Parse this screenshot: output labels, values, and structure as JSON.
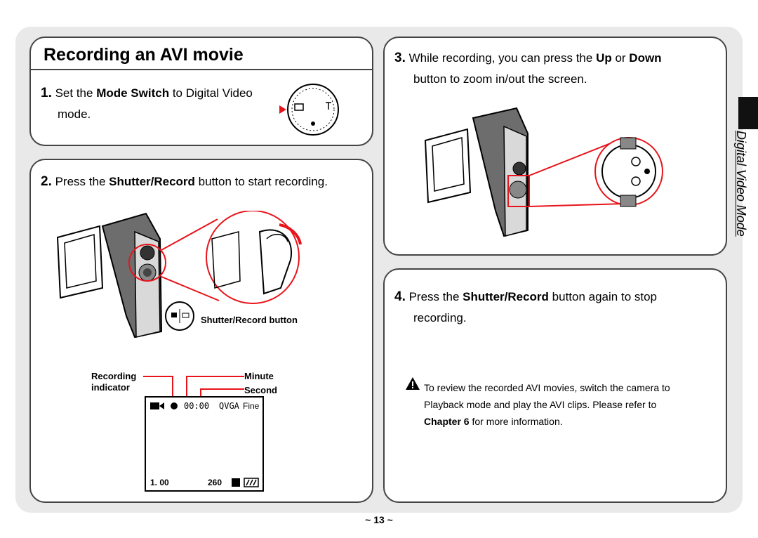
{
  "title": "Recording an AVI movie",
  "step1": {
    "num": "1.",
    "pre": "Set the ",
    "bold": "Mode Switch",
    "post": " to Digital Video",
    "line2": "mode."
  },
  "step2": {
    "num": "2.",
    "pre": "Press the ",
    "bold": "Shutter/Record",
    "post": " button to start recording."
  },
  "step3": {
    "num": "3.",
    "pre": "While recording, you can press the ",
    "bold1": "Up",
    "mid": " or ",
    "bold2": "Down",
    "line2": "button to zoom in/out the screen."
  },
  "step4": {
    "num": "4.",
    "pre": "Press the ",
    "bold": "Shutter/Record",
    "post": " button again to stop",
    "line2": "recording."
  },
  "callout": {
    "shutter_label": "Shutter/Record button"
  },
  "lcd_labels": {
    "recording": "Recording",
    "indicator": "indicator",
    "minute": "Minute",
    "second": "Second"
  },
  "lcd": {
    "time": "00:00",
    "resolution": "QVGA",
    "quality": "Fine",
    "zoom": "1. 00",
    "shots": "260"
  },
  "note": {
    "line1": "To review the recorded AVI movies, switch the camera to",
    "line2": "Playback mode and play the AVI clips. Please refer to",
    "bold": "Chapter 6",
    "line3_post": " for more information."
  },
  "side_label": "Digital Video Mode",
  "page_number": "~ 13 ~",
  "colors": {
    "accent": "#e8141b",
    "border": "#444444",
    "background": "#e9e9e9"
  }
}
